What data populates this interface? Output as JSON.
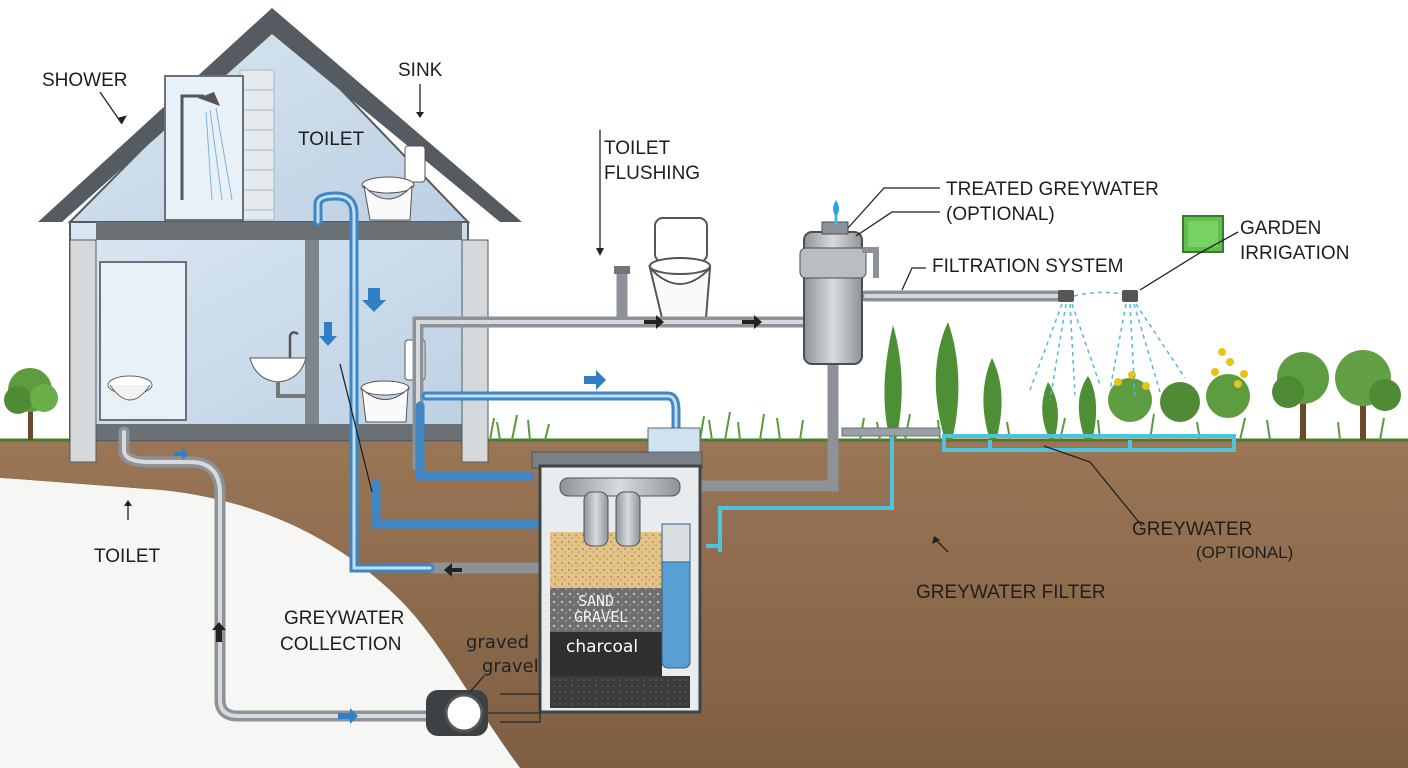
{
  "labels": {
    "shower": "SHOWER",
    "sink": "SINK",
    "toilet_upper": "TOILET",
    "toilet_flushing_1": "TOILET",
    "toilet_flushing_2": "FLUSHING",
    "treated_greywater_1": "TREATED GREYWATER",
    "treated_greywater_2": "(OPTIONAL)",
    "filtration_system": "FILTRATION SYSTEM",
    "garden_irrigation_1": "GARDEN",
    "garden_irrigation_2": "IRRIGATION",
    "toilet_lower": "TOILET",
    "greywater_collection_1": "GREYWATER",
    "greywater_collection_2": "COLLECTION",
    "graved": "graved",
    "gravel": "gravel",
    "sand_gravel_1": "SAND",
    "sand_gravel_2": "GRAVEL",
    "charcoal": "charcoal",
    "greywater_optional_1": "GREYWATER",
    "greywater_optional_2": "(OPTIONAL)",
    "greywater_filter": "GREYWATER FILTER"
  },
  "colors": {
    "soil": "#8b6a4c",
    "grass": "#6aa84f",
    "house_wall": "#cfdfee",
    "roof": "#555b60",
    "pipe_grey": "#9aa0a6",
    "pipe_blue": "#4a90c8",
    "irrigation_blue": "#5cc6e0",
    "garden_box": "#5fbf4a"
  },
  "icons": [
    "shower-head-icon",
    "toilet-icon",
    "sink-icon",
    "flow-arrow-icon",
    "sprinkler-icon",
    "water-drop-icon",
    "plant-icon",
    "tree-icon"
  ]
}
